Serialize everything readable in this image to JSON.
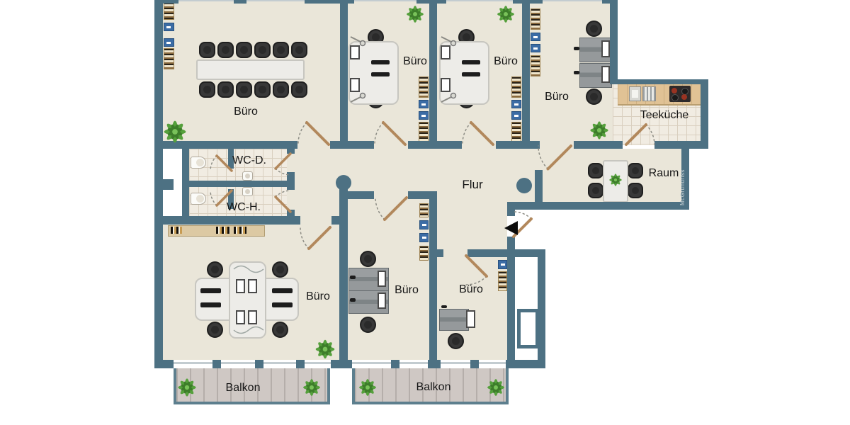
{
  "watermark": "McGrundriss",
  "rooms": {
    "office_conference": "Büro",
    "office_top_mid_left": "Büro",
    "office_top_mid_right": "Büro",
    "office_top_right": "Büro",
    "kitchen": "Teeküche",
    "wc_women": "WC-D.",
    "wc_men": "WC-H.",
    "room_small": "Raum",
    "hallway": "Flur",
    "office_bottom_large": "Büro",
    "office_bottom_mid": "Büro",
    "office_bottom_right": "Büro",
    "balcony_left": "Balkon",
    "balcony_right": "Balkon"
  },
  "colors": {
    "wall": "#4d7183",
    "floor": "#eae6d9",
    "tile_floor": "#f1ece2",
    "balcony_deck": "#cfc8c4",
    "door_leaf": "#b2885c",
    "cabinet_blue": "#3b6ca5",
    "plant_green": "#55a03c",
    "entrance_arrow": "#0c0c0c"
  }
}
